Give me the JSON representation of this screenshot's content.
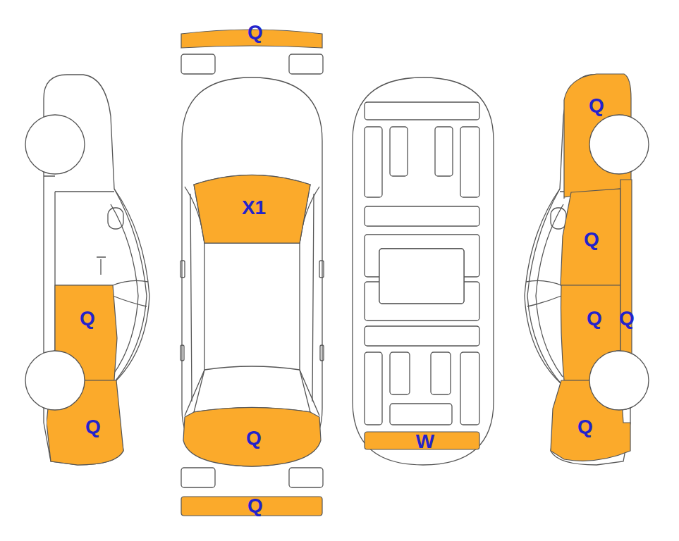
{
  "diagram": {
    "nodes": [
      {
        "text": [
          "Q"
        ]
      },
      {
        "text": [
          "Q"
        ]
      },
      {
        "text": [
          "X1"
        ]
      },
      {
        "text": [
          "Q"
        ]
      },
      {
        "text": [
          "Q"
        ]
      },
      {
        "text": [
          "Q"
        ]
      },
      {
        "text": [
          "Q"
        ]
      },
      {
        "text": [
          "Q"
        ]
      },
      {
        "text": [
          "Q"
        ]
      },
      {
        "text": [
          "Q"
        ]
      },
      {
        "text": [
          "W"
        ]
      },
      {
        "text": [
          "Q"
        ]
      }
    ]
  }
}
